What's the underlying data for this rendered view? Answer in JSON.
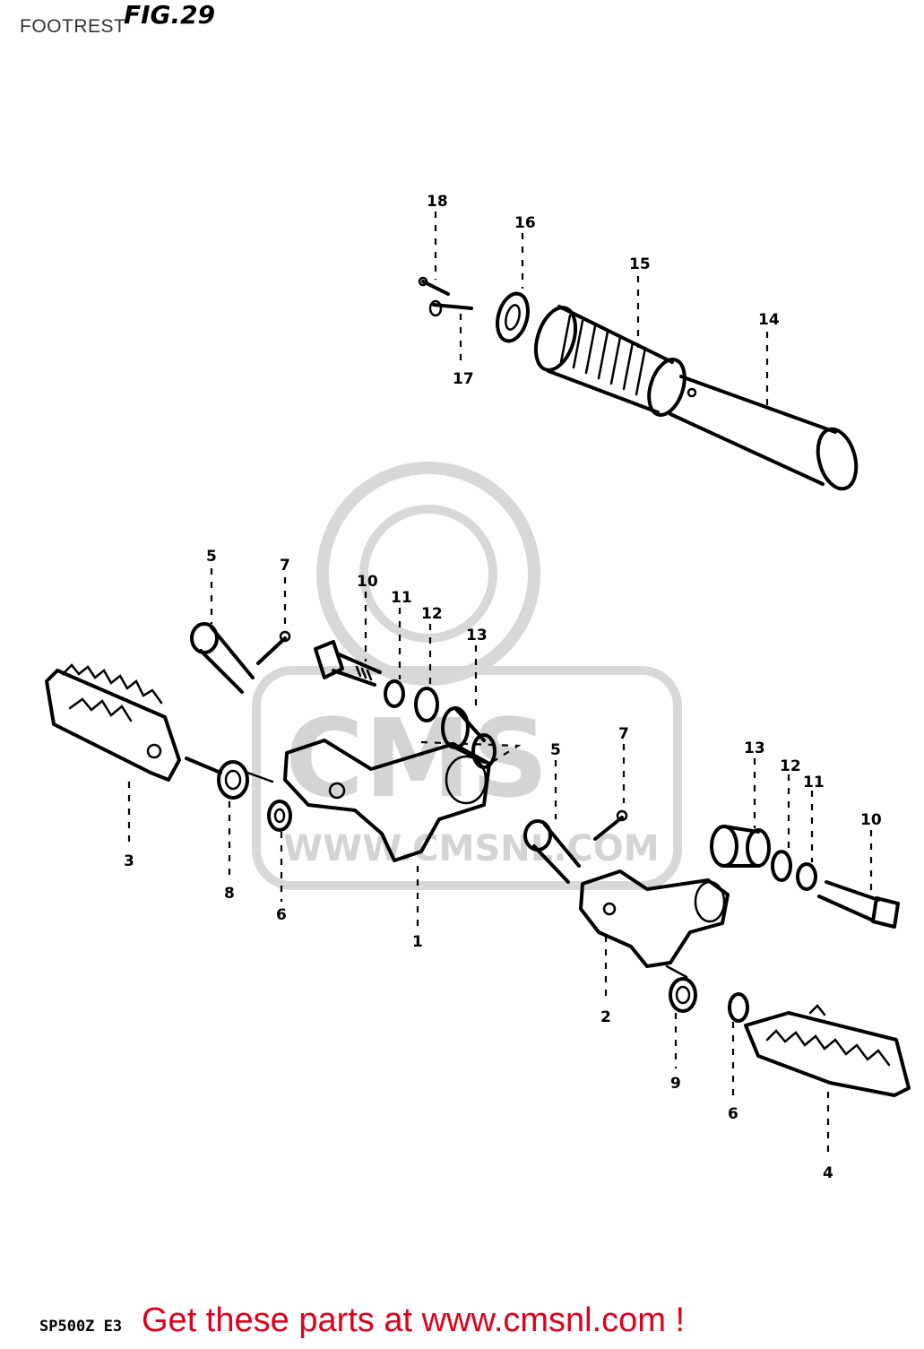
{
  "header": {
    "title": "FOOTREST",
    "figure": "FIG.29"
  },
  "footer": {
    "model_code": "SP500Z E3",
    "promo": "Get these parts at www.cmsnl.com !"
  },
  "watermark": {
    "brand": "CMS",
    "url": "WWW.CMSNL.COM"
  },
  "callouts": {
    "n1": "1",
    "n2": "2",
    "n3": "3",
    "n4": "4",
    "n5a": "5",
    "n5b": "5",
    "n6a": "6",
    "n6b": "6",
    "n7a": "7",
    "n7b": "7",
    "n8": "8",
    "n9": "9",
    "n10a": "10",
    "n10b": "10",
    "n11a": "11",
    "n11b": "11",
    "n12a": "12",
    "n12b": "12",
    "n13a": "13",
    "n13b": "13",
    "n14": "14",
    "n15": "15",
    "n16": "16",
    "n17": "17",
    "n18": "18"
  },
  "colors": {
    "promo": "#e0001b",
    "ink": "#000000",
    "watermark": "#d8d8d8"
  }
}
